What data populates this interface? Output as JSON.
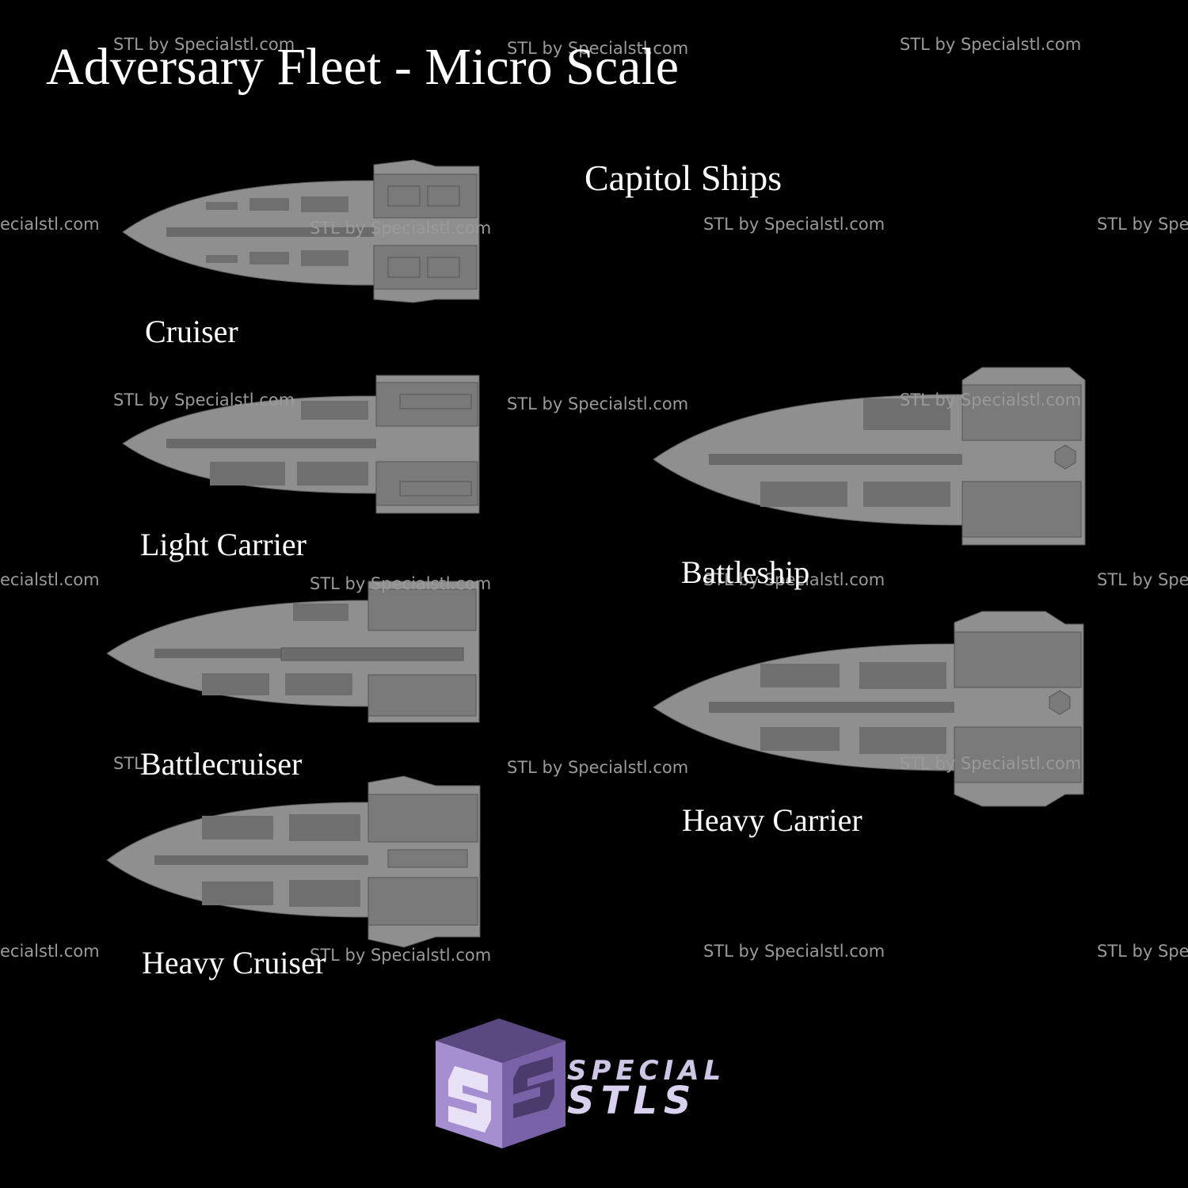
{
  "page": {
    "title": "Adversary Fleet - Micro Scale",
    "subtitle": "Capitol Ships"
  },
  "ships": [
    {
      "id": "cruiser",
      "label": "Cruiser"
    },
    {
      "id": "light-carrier",
      "label": "Light Carrier"
    },
    {
      "id": "battlecruiser",
      "label": "Battlecruiser"
    },
    {
      "id": "heavy-cruiser",
      "label": "Heavy Cruiser"
    },
    {
      "id": "battleship",
      "label": "Battleship"
    },
    {
      "id": "heavy-carrier",
      "label": "Heavy Carrier"
    }
  ],
  "watermark": {
    "full": "STL by Specialstl.com",
    "left_fragment": "ecialstl.com",
    "right_fragment": "STL by Spec",
    "short_fragment": "STL"
  },
  "logo": {
    "line1": "SPECIAL",
    "line2": "STLS"
  },
  "colors": {
    "background": "#000000",
    "hull": "#8f8f8f",
    "text": "#ffffff",
    "watermark": "#9a9a9a",
    "logo_purple": "#8a6fb3"
  }
}
